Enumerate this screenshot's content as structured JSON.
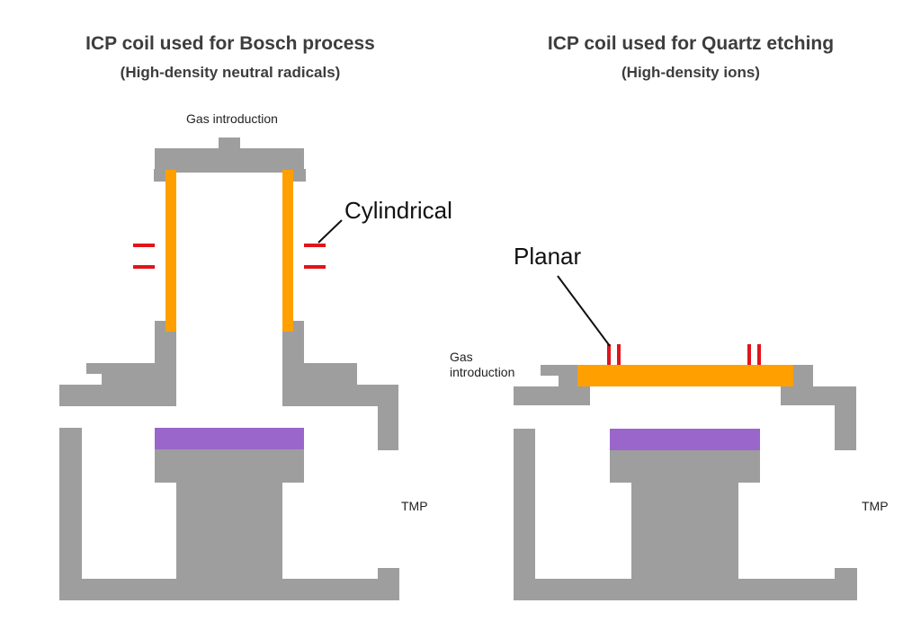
{
  "colors": {
    "chamber": "#9e9e9e",
    "coil": "#ff9f00",
    "wafer": "#9b66cc",
    "rf": "#e0141c",
    "leader": "#111111"
  },
  "left": {
    "title": "ICP coil used for Bosch process",
    "subtitle": "(High-density neutral radicals)",
    "gas_label": "Gas introduction",
    "coil_label": "Cylindrical",
    "pump_label": "TMP"
  },
  "right": {
    "title": "ICP coil used for Quartz etching",
    "subtitle": "(High-density ions)",
    "gas_label_line1": "Gas",
    "gas_label_line2": "introduction",
    "coil_label": "Planar",
    "pump_label": "TMP"
  }
}
